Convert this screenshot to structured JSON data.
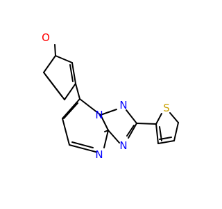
{
  "molecule": {
    "atoms": [
      {
        "id": "O_furan",
        "label": "O",
        "color": "#ff0000"
      },
      {
        "id": "N1",
        "label": "N",
        "color": "#0000ff"
      },
      {
        "id": "N2",
        "label": "N",
        "color": "#0000ff"
      },
      {
        "id": "N3",
        "label": "N",
        "color": "#0000ff"
      },
      {
        "id": "N4",
        "label": "N",
        "color": "#0000ff"
      },
      {
        "id": "S_thio",
        "label": "S",
        "color": "#c8a000"
      }
    ]
  }
}
